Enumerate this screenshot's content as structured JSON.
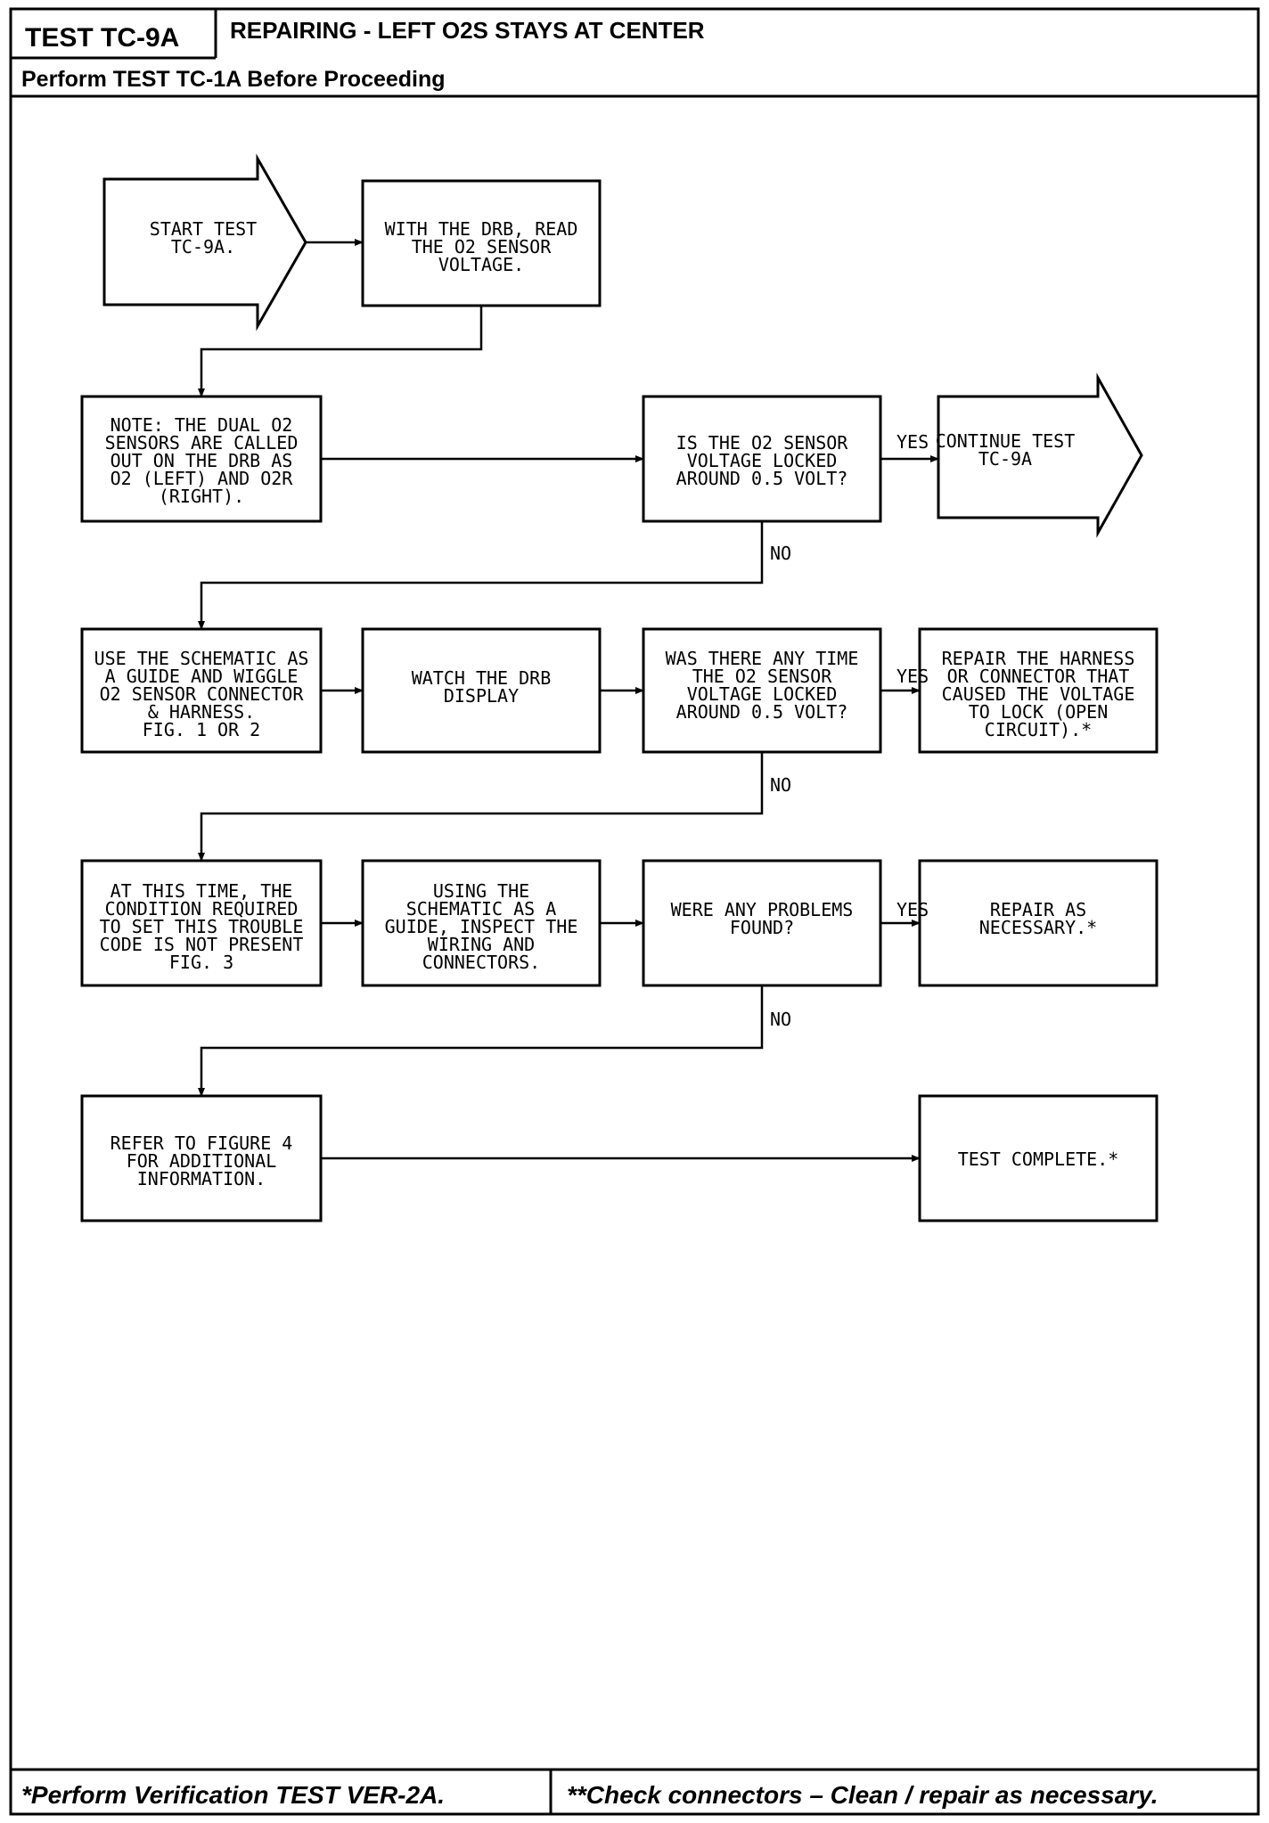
{
  "header": {
    "test_id": "TEST TC-9A",
    "title": "REPAIRING - LEFT O2S STAYS AT CENTER",
    "prereq": "Perform TEST TC-1A Before Proceeding"
  },
  "footer": {
    "left": "*Perform Verification TEST VER-2A.",
    "right": "**Check connectors – Clean / repair as necessary."
  },
  "nodes": {
    "start": [
      "START TEST",
      "TC-9A."
    ],
    "read_voltage": [
      "WITH THE DRB, READ",
      "THE O2 SENSOR",
      "VOLTAGE."
    ],
    "note": [
      "NOTE: THE DUAL O2",
      "SENSORS ARE CALLED",
      "OUT ON THE DRB AS",
      "O2 (LEFT) AND O2R",
      "(RIGHT)."
    ],
    "locked_q": [
      "IS THE O2 SENSOR",
      "VOLTAGE LOCKED",
      "AROUND 0.5 VOLT?"
    ],
    "continue": [
      "CONTINUE TEST",
      "TC-9A"
    ],
    "wiggle": [
      "USE THE SCHEMATIC AS",
      "A GUIDE AND WIGGLE",
      "O2 SENSOR CONNECTOR",
      "& HARNESS.",
      "FIG. 1 OR 2"
    ],
    "watch": [
      "WATCH THE DRB",
      "DISPLAY"
    ],
    "anytime_q": [
      "WAS THERE ANY TIME",
      "THE O2 SENSOR",
      "VOLTAGE LOCKED",
      "AROUND 0.5 VOLT?"
    ],
    "repair_harness": [
      "REPAIR THE HARNESS",
      "OR CONNECTOR THAT",
      "CAUSED THE VOLTAGE",
      "TO LOCK (OPEN",
      "CIRCUIT).*"
    ],
    "not_present": [
      "AT THIS TIME, THE",
      "CONDITION REQUIRED",
      "TO SET THIS TROUBLE",
      "CODE IS NOT PRESENT",
      "FIG. 3"
    ],
    "inspect": [
      "USING THE",
      "SCHEMATIC AS A",
      "GUIDE, INSPECT THE",
      "WIRING AND",
      "CONNECTORS."
    ],
    "problems_q": [
      "WERE ANY PROBLEMS",
      "FOUND?"
    ],
    "repair_nec": [
      "REPAIR AS",
      "NECESSARY.*"
    ],
    "refer": [
      "REFER TO FIGURE 4",
      "FOR ADDITIONAL",
      "INFORMATION."
    ],
    "complete": [
      "TEST COMPLETE.*"
    ]
  },
  "labels": {
    "yes1": "YES",
    "no1": "NO",
    "yes2": "YES",
    "no2": "NO",
    "yes3": "YES",
    "no3": "NO"
  }
}
